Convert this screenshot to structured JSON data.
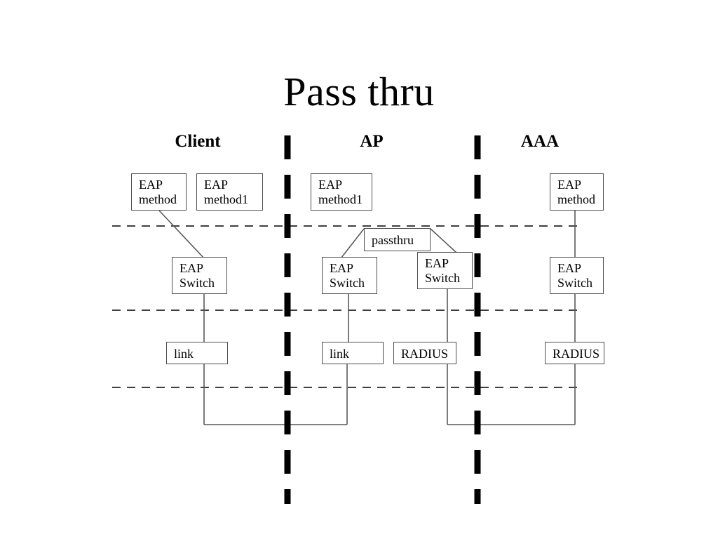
{
  "slide": {
    "title": "Pass thru",
    "background": "#ffffff",
    "ink": "#000000",
    "box_border_color": "#4d4d4d",
    "wire_color": "#595959"
  },
  "columns": [
    {
      "id": "client",
      "label": "Client"
    },
    {
      "id": "ap",
      "label": "AP"
    },
    {
      "id": "aaa",
      "label": "AAA"
    }
  ],
  "boxes": {
    "client_eap_method": "EAP\nmethod",
    "client_eap_method1": "EAP\nmethod1",
    "ap_eap_method1": "EAP\nmethod1",
    "aaa_eap_method": "EAP\nmethod",
    "passthru": "passthru",
    "client_eap_switch": "EAP\nSwitch",
    "ap_eap_switch_left": "EAP\nSwitch",
    "ap_eap_switch_right": "EAP\nSwitch",
    "aaa_eap_switch": "EAP\nSwitch",
    "client_link": "link",
    "ap_link": "link",
    "ap_radius": "RADIUS",
    "aaa_radius": "RADIUS"
  },
  "layers": {
    "note": "three horizontal dashed layer separators at y=322, y=442, y=552 spanning x=160..832"
  },
  "barriers": {
    "note": "two thick black vertical dashed domain boundaries at x=410 and x=681, spanning y=192..718"
  }
}
